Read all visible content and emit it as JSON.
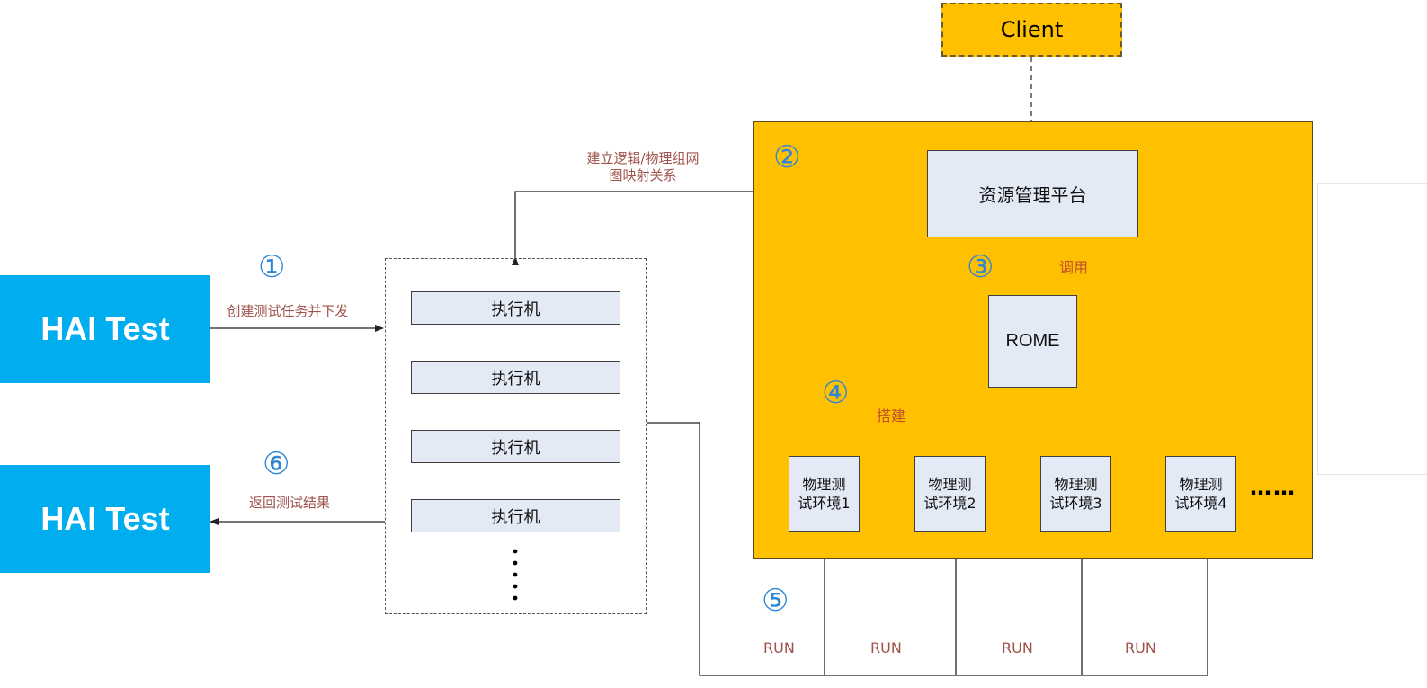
{
  "hai_top": "HAI Test",
  "hai_bottom": "HAI Test",
  "client": "Client",
  "resource_platform": "资源管理平台",
  "rome": "ROME",
  "executors": [
    "执行机",
    "执行机",
    "执行机",
    "执行机"
  ],
  "phys_envs": [
    "物理测\n试环境1",
    "物理测\n试环境2",
    "物理测\n试环境3",
    "物理测\n试环境4"
  ],
  "phys_more": "……",
  "steps": {
    "s1": "①",
    "s2": "②",
    "s3": "③",
    "s4": "④",
    "s5": "⑤",
    "s6": "⑥"
  },
  "labels": {
    "create_task": "创建测试任务并下发",
    "mapping": "建立逻辑/物理组网\n图映射关系",
    "invoke": "调用",
    "build": "搭建",
    "return_result": "返回测试结果"
  },
  "runs": [
    "RUN",
    "RUN",
    "RUN",
    "RUN"
  ],
  "colors": {
    "hai_blue": "#00aeef",
    "yellow": "#ffc000",
    "node_fill": "#e3eaf6",
    "step_blue": "#2e86d6"
  }
}
